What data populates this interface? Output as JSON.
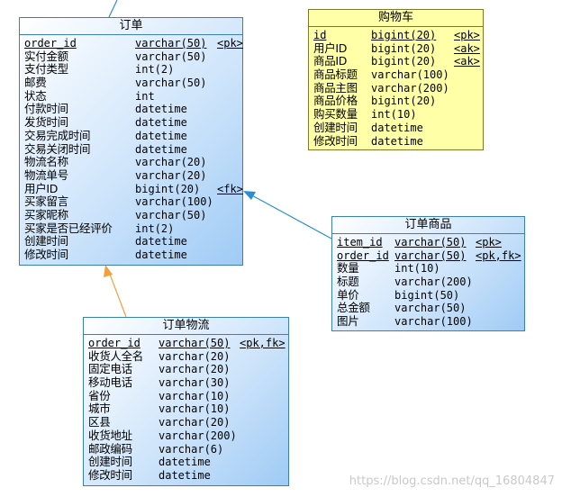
{
  "colors": {
    "table_border": "#3c7fb1",
    "table_fill": "#cfe5fb",
    "cart_fill": "#ffffa8",
    "link_blue": "#2a8ed6",
    "link_orange": "#f3a03c"
  },
  "order": {
    "title": "订单",
    "columns": [
      {
        "name": "order_id",
        "type": "varchar(50)",
        "key": "<pk>",
        "underline": true
      },
      {
        "name": "实付金额",
        "type": "varchar(50)",
        "key": ""
      },
      {
        "name": "支付类型",
        "type": "int(2)",
        "key": ""
      },
      {
        "name": "邮费",
        "type": "varchar(50)",
        "key": ""
      },
      {
        "name": "状态",
        "type": "int",
        "key": ""
      },
      {
        "name": "付款时间",
        "type": "datetime",
        "key": ""
      },
      {
        "name": "发货时间",
        "type": "datetime",
        "key": ""
      },
      {
        "name": "交易完成时间",
        "type": "datetime",
        "key": ""
      },
      {
        "name": "交易关闭时间",
        "type": "datetime",
        "key": ""
      },
      {
        "name": "物流名称",
        "type": "varchar(20)",
        "key": ""
      },
      {
        "name": "物流单号",
        "type": "varchar(20)",
        "key": ""
      },
      {
        "name": "用户ID",
        "type": "bigint(20)",
        "key": "<fk>"
      },
      {
        "name": "买家留言",
        "type": "varchar(100)",
        "key": ""
      },
      {
        "name": "买家昵称",
        "type": "varchar(50)",
        "key": ""
      },
      {
        "name": "买家是否已经评价",
        "type": "int(2)",
        "key": ""
      },
      {
        "name": "创建时间",
        "type": "datetime",
        "key": ""
      },
      {
        "name": "修改时间",
        "type": "datetime",
        "key": ""
      }
    ]
  },
  "cart": {
    "title": "购物车",
    "columns": [
      {
        "name": "id",
        "type": "bigint(20)",
        "key": "<pk>",
        "underline": true
      },
      {
        "name": "用户ID",
        "type": "bigint(20)",
        "key": "<ak>"
      },
      {
        "name": "商品ID",
        "type": "bigint(20)",
        "key": "<ak>"
      },
      {
        "name": "商品标题",
        "type": "varchar(100)",
        "key": ""
      },
      {
        "name": "商品主图",
        "type": "varchar(200)",
        "key": ""
      },
      {
        "name": "商品价格",
        "type": "bigint(20)",
        "key": ""
      },
      {
        "name": "购买数量",
        "type": "int(10)",
        "key": ""
      },
      {
        "name": "创建时间",
        "type": "datetime",
        "key": ""
      },
      {
        "name": "修改时间",
        "type": "datetime",
        "key": ""
      }
    ]
  },
  "order_item": {
    "title": "订单商品",
    "columns": [
      {
        "name": "item_id",
        "type": "varchar(50)",
        "key": "<pk>",
        "underline": true
      },
      {
        "name": "order_id",
        "type": "varchar(50)",
        "key": "<pk,fk>",
        "underline": true
      },
      {
        "name": "数量",
        "type": "int(10)",
        "key": ""
      },
      {
        "name": "标题",
        "type": "varchar(200)",
        "key": ""
      },
      {
        "name": "单价",
        "type": "bigint(50)",
        "key": ""
      },
      {
        "name": "总金额",
        "type": "varchar(50)",
        "key": ""
      },
      {
        "name": "图片",
        "type": "varchar(100)",
        "key": ""
      }
    ]
  },
  "order_shipping": {
    "title": "订单物流",
    "columns": [
      {
        "name": "order_id",
        "type": "varchar(50)",
        "key": "<pk,fk>",
        "underline": true
      },
      {
        "name": "收货人全名",
        "type": "varchar(20)",
        "key": ""
      },
      {
        "name": "固定电话",
        "type": "varchar(20)",
        "key": ""
      },
      {
        "name": "移动电话",
        "type": "varchar(30)",
        "key": ""
      },
      {
        "name": "省份",
        "type": "varchar(10)",
        "key": ""
      },
      {
        "name": "城市",
        "type": "varchar(10)",
        "key": ""
      },
      {
        "name": "区县",
        "type": "varchar(20)",
        "key": ""
      },
      {
        "name": "收货地址",
        "type": "varchar(200)",
        "key": ""
      },
      {
        "name": "邮政编码",
        "type": "varchar(6)",
        "key": ""
      },
      {
        "name": "创建时间",
        "type": "datetime",
        "key": ""
      },
      {
        "name": "修改时间",
        "type": "datetime",
        "key": ""
      }
    ]
  },
  "watermark": "https://blog.csdn.net/qq_16804847"
}
